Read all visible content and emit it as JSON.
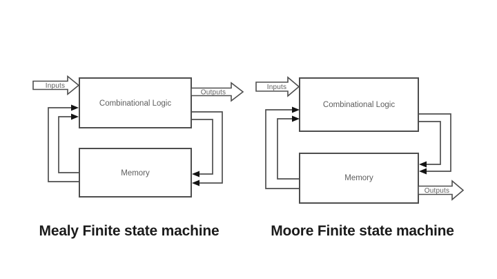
{
  "diagrams": [
    {
      "id": "mealy",
      "caption": "Mealy Finite state machine",
      "logic_label": "Combinational Logic",
      "memory_label": "Memory",
      "inputs_label": "Inputs",
      "outputs_label": "Outputs"
    },
    {
      "id": "moore",
      "caption": "Moore Finite state machine",
      "logic_label": "Combinational Logic",
      "memory_label": "Memory",
      "inputs_label": "Inputs",
      "outputs_label": "Outputs"
    }
  ],
  "colors": {
    "background": "#ffffff",
    "line": "#4d4d4d",
    "arrowhead": "#141414",
    "label": "#5d5d5d",
    "caption": "#1b1b1b"
  }
}
